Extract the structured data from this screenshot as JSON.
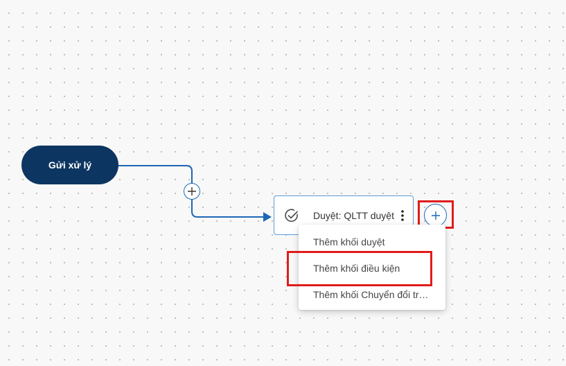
{
  "workflow": {
    "start_node": {
      "label": "Gửi xử lý",
      "color": "#0d3561",
      "text_color": "#ffffff"
    },
    "connector": {
      "color": "#1c67b5",
      "add_icon": "plus-icon"
    },
    "approve_node": {
      "label": "Duyệt: QLTT duyệt",
      "icon": "check-circle-icon",
      "more_icon": "more-vertical-icon",
      "border_color": "#5a9bd8"
    },
    "add_button": {
      "icon": "plus-icon"
    }
  },
  "dropdown": {
    "items": [
      {
        "label": "Thêm khối duyệt"
      },
      {
        "label": "Thêm khối điều kiện"
      },
      {
        "label": "Thêm khối Chuyển đổi trư…"
      }
    ]
  },
  "highlight_color": "#e11b1b"
}
